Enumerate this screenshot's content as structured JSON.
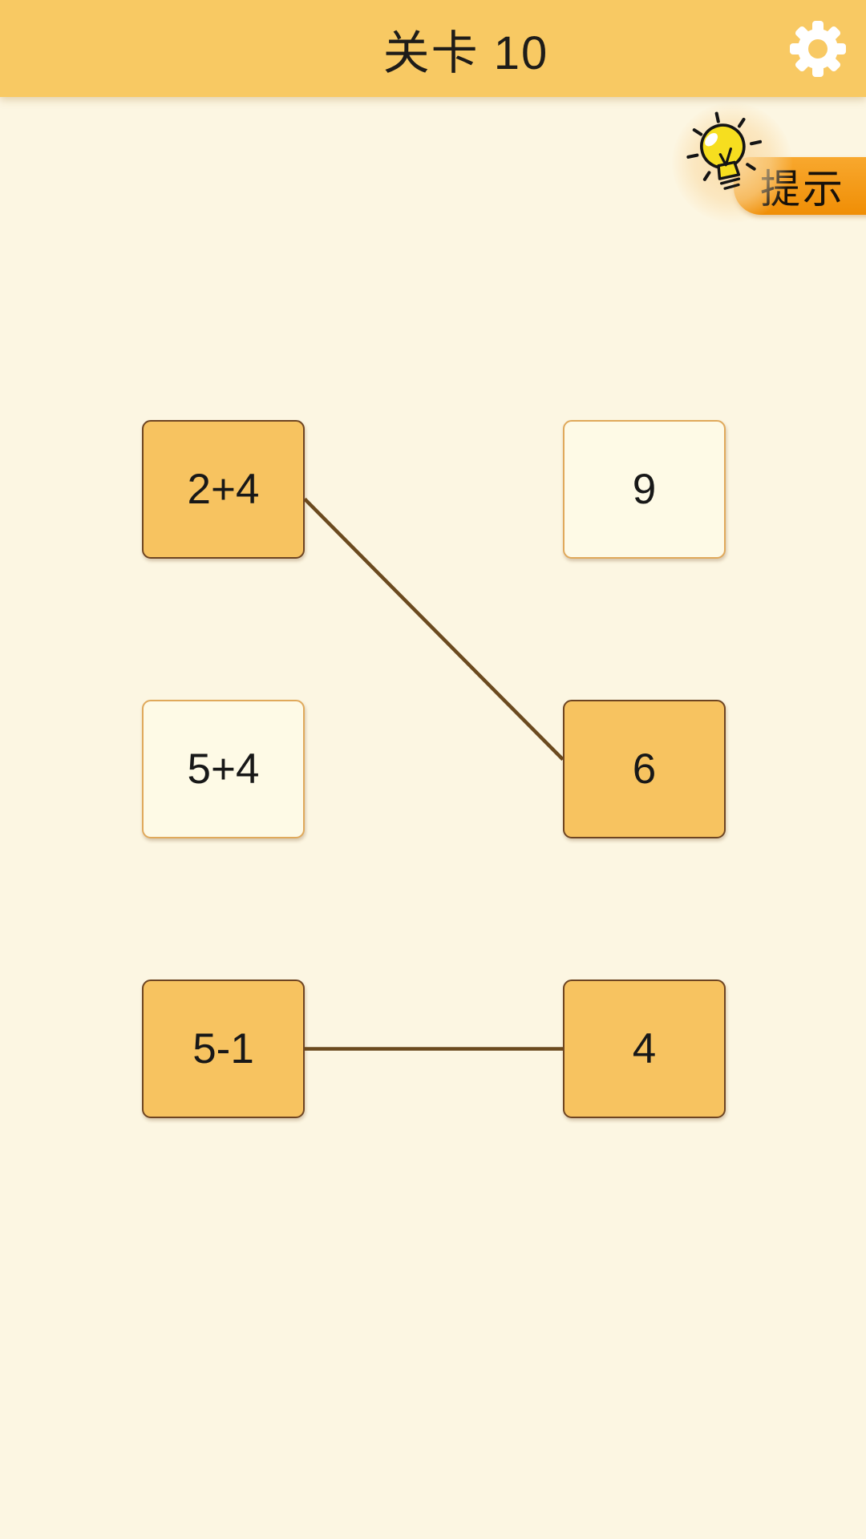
{
  "header": {
    "title": "关卡 10"
  },
  "hint": {
    "label": "提示"
  },
  "board": {
    "cards": [
      {
        "id": "q-2plus4",
        "text": "2+4",
        "state": "matched",
        "col": "left",
        "row": 0
      },
      {
        "id": "a-9",
        "text": "9",
        "state": "unmatched",
        "col": "right",
        "row": 0
      },
      {
        "id": "q-5plus4",
        "text": "5+4",
        "state": "unmatched",
        "col": "left",
        "row": 1
      },
      {
        "id": "a-6",
        "text": "6",
        "state": "matched",
        "col": "right",
        "row": 1
      },
      {
        "id": "q-5minus1",
        "text": "5-1",
        "state": "matched",
        "col": "left",
        "row": 2
      },
      {
        "id": "a-4",
        "text": "4",
        "state": "matched",
        "col": "right",
        "row": 2
      }
    ],
    "connections": [
      {
        "from": "q-2plus4",
        "to": "a-6"
      },
      {
        "from": "q-5minus1",
        "to": "a-4"
      }
    ]
  },
  "colors": {
    "page_bg": "#FCF6E2",
    "header_bg": "#F8C963",
    "card_matched_bg": "#F7C360",
    "card_matched_border": "#6E4522",
    "card_unmatched_bg": "#FEFAE6",
    "card_unmatched_border": "#E0A95B",
    "line": "#6B4A1F",
    "hint_tab_top": "#F8A82E",
    "hint_tab_bottom": "#F08E05",
    "bulb_yellow": "#F6DE1F"
  }
}
